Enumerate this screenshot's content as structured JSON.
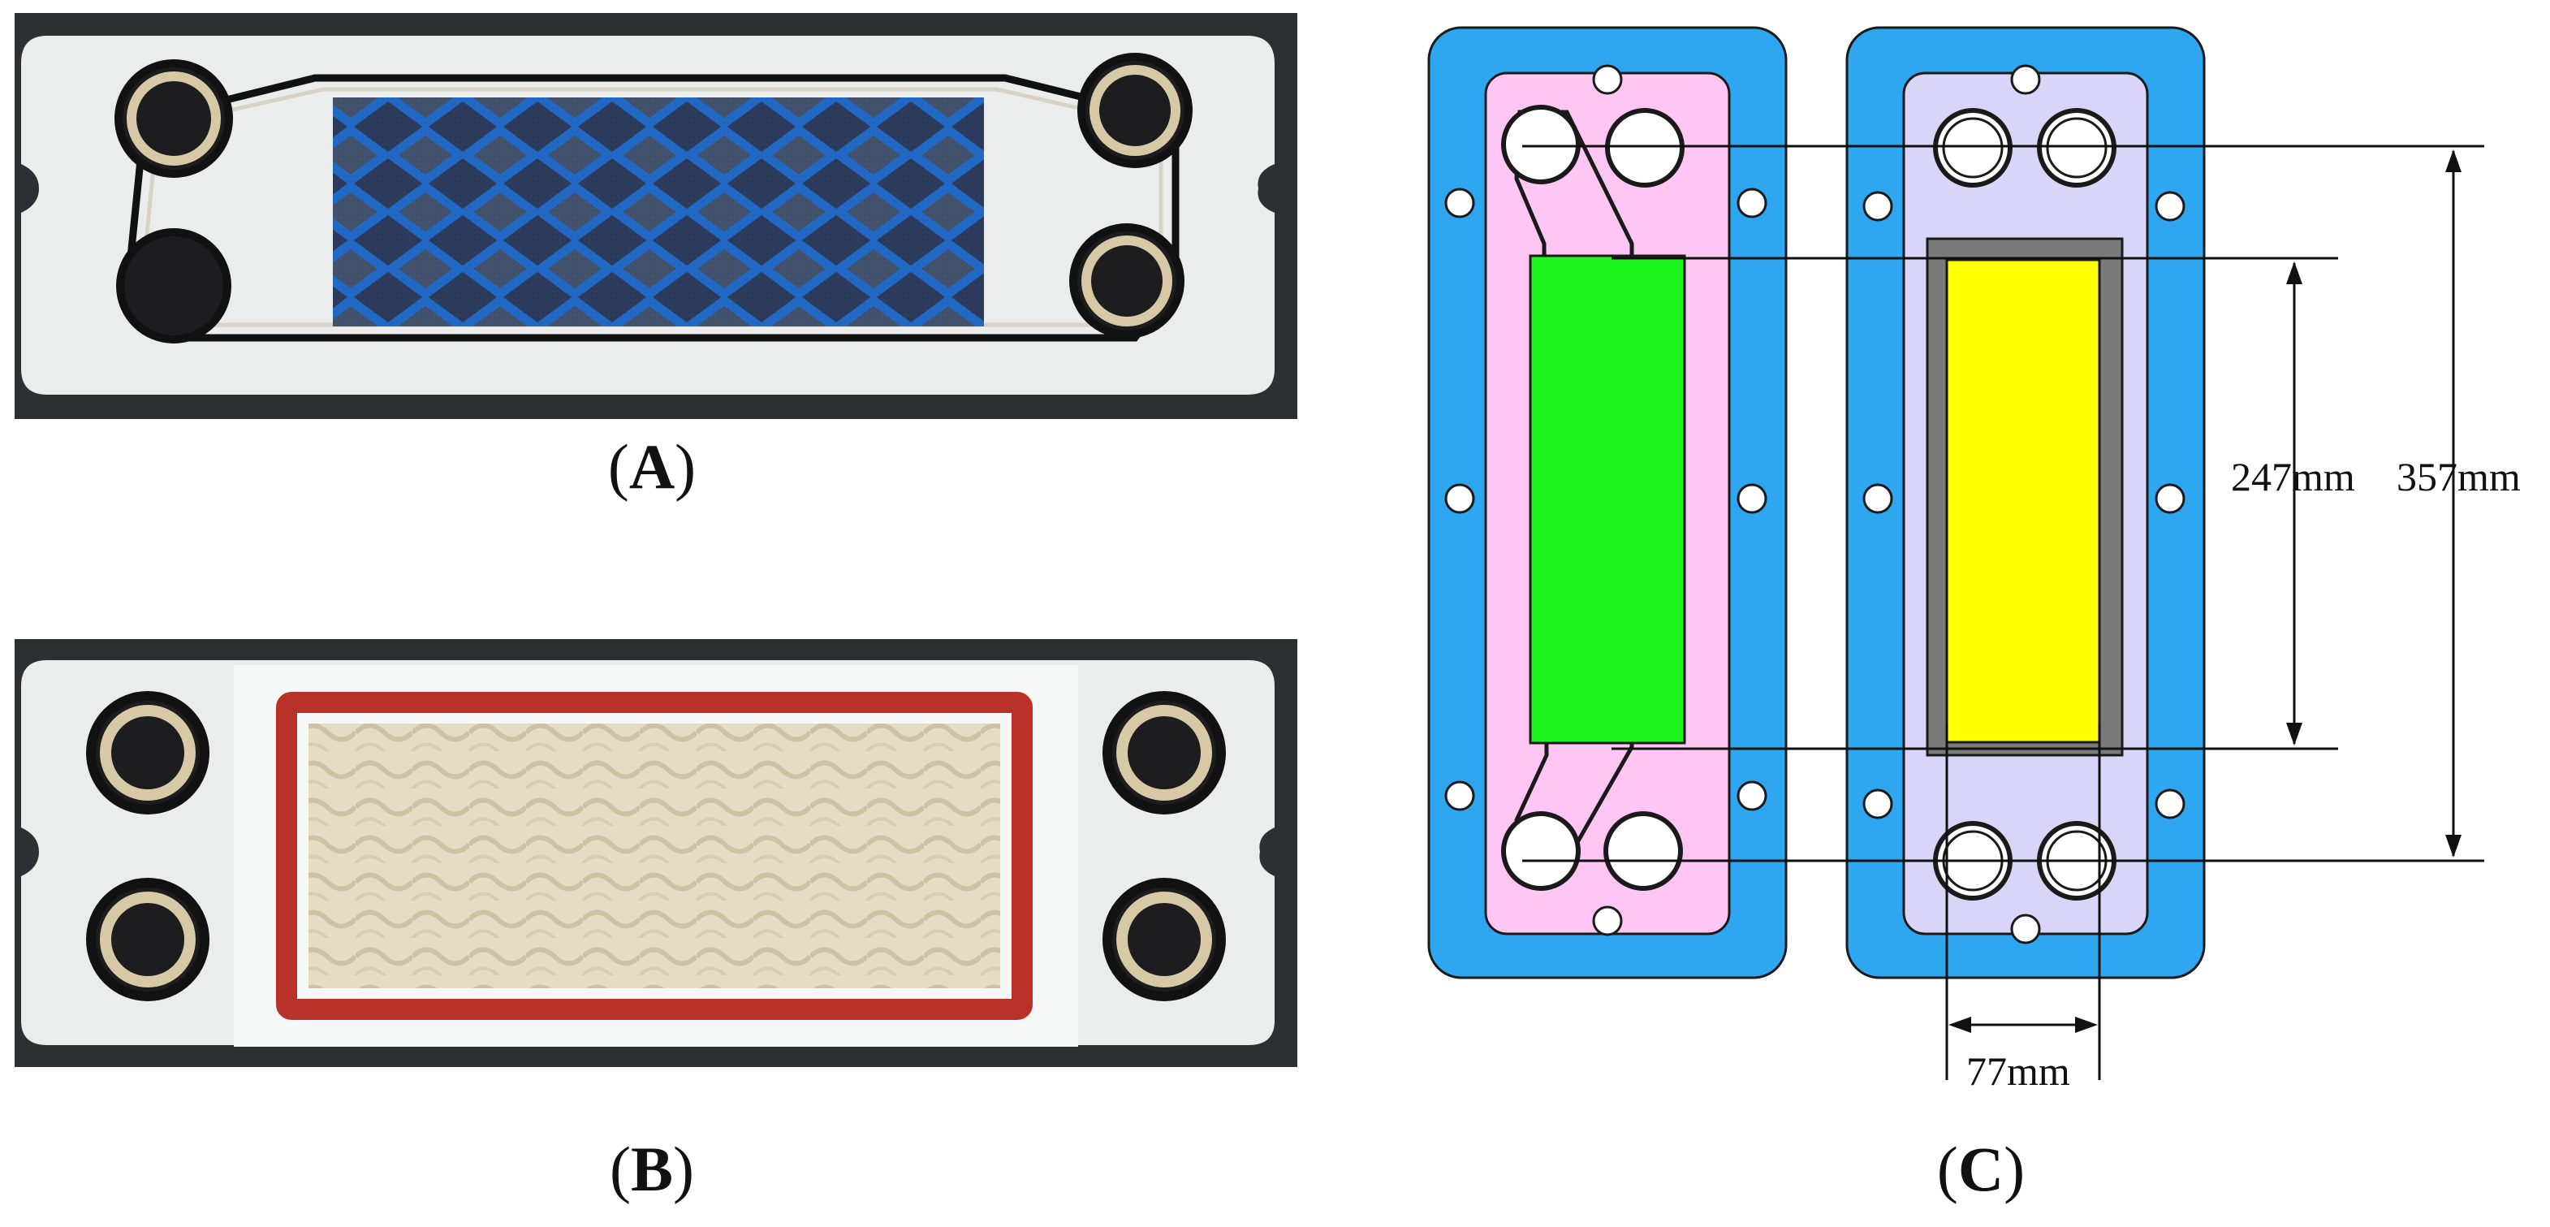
{
  "panels": {
    "a": {
      "label": "A"
    },
    "b": {
      "label": "B"
    },
    "c": {
      "label": "C"
    }
  },
  "dimensions": {
    "inner_height": "247mm",
    "outer_height": "357mm",
    "width": "77mm"
  },
  "colors": {
    "photo_background": "#2e2f33",
    "plate_white": "#eef0ef",
    "mesh_blue": "#1c6fd6",
    "gasket_red": "#b8322a",
    "frame_blue": "#2ea7f0",
    "channel_pink": "#ffc6f4",
    "channel_lavender": "#d9d5f8",
    "membrane_green": "#1ff51e",
    "membrane_yellow": "#ffff00",
    "frame_gray": "#7a7a7a"
  }
}
